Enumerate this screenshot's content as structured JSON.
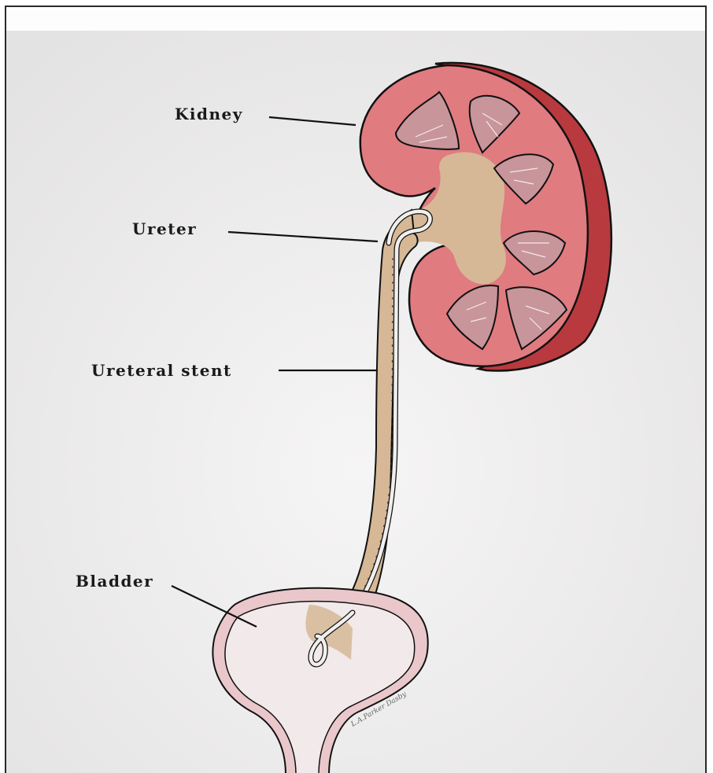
{
  "labels": {
    "kidney": "Kidney",
    "ureter": "Ureter",
    "stent": "Ureteral stent",
    "bladder": "Bladder"
  },
  "artist_signature": "L.A.Parker Dasby",
  "colors": {
    "background": "#eeeded",
    "kidney_cortex": "#e07b80",
    "kidney_capsule": "#b83a3e",
    "renal_pyramid": "#c8959b",
    "renal_pelvis": "#d6b896",
    "ureter": "#d6b896",
    "stent": "#f0efed",
    "bladder": "#f2e9ea",
    "bladder_wall": "#e9c7cb",
    "outline": "#111111"
  }
}
